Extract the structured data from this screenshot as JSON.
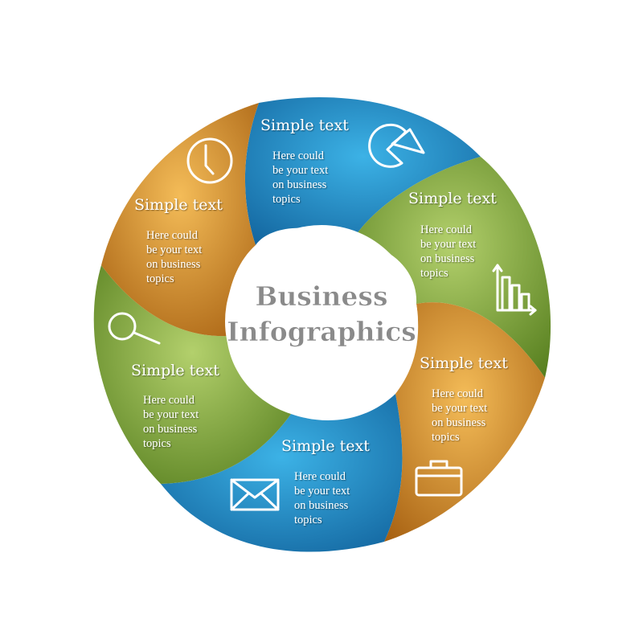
{
  "center": {
    "line1": "Business",
    "line2": "Infographics"
  },
  "segments": [
    {
      "title": "Simple text",
      "body": [
        "Here could",
        "be your text",
        "on business",
        "topics"
      ],
      "icon": "pie-chart-icon",
      "color": "blue"
    },
    {
      "title": "Simple text",
      "body": [
        "Here could",
        "be your text",
        "on business",
        "topics"
      ],
      "icon": "bar-chart-icon",
      "color": "green"
    },
    {
      "title": "Simple text",
      "body": [
        "Here could",
        "be your text",
        "on business",
        "topics"
      ],
      "icon": "briefcase-icon",
      "color": "orange"
    },
    {
      "title": "Simple text",
      "body": [
        "Here could",
        "be your text",
        "on business",
        "topics"
      ],
      "icon": "envelope-icon",
      "color": "blue"
    },
    {
      "title": "Simple text",
      "body": [
        "Here could",
        "be your text",
        "on business",
        "topics"
      ],
      "icon": "magnifier-icon",
      "color": "green"
    },
    {
      "title": "Simple text",
      "body": [
        "Here could",
        "be your text",
        "on business",
        "topics"
      ],
      "icon": "clock-icon",
      "color": "orange"
    }
  ],
  "colors": {
    "blue": [
      "#34a9dd",
      "#12649a"
    ],
    "green": [
      "#a9c863",
      "#557d1d"
    ],
    "orange": [
      "#f0b54e",
      "#a9620f"
    ],
    "center_text": "#8a8a8a"
  }
}
